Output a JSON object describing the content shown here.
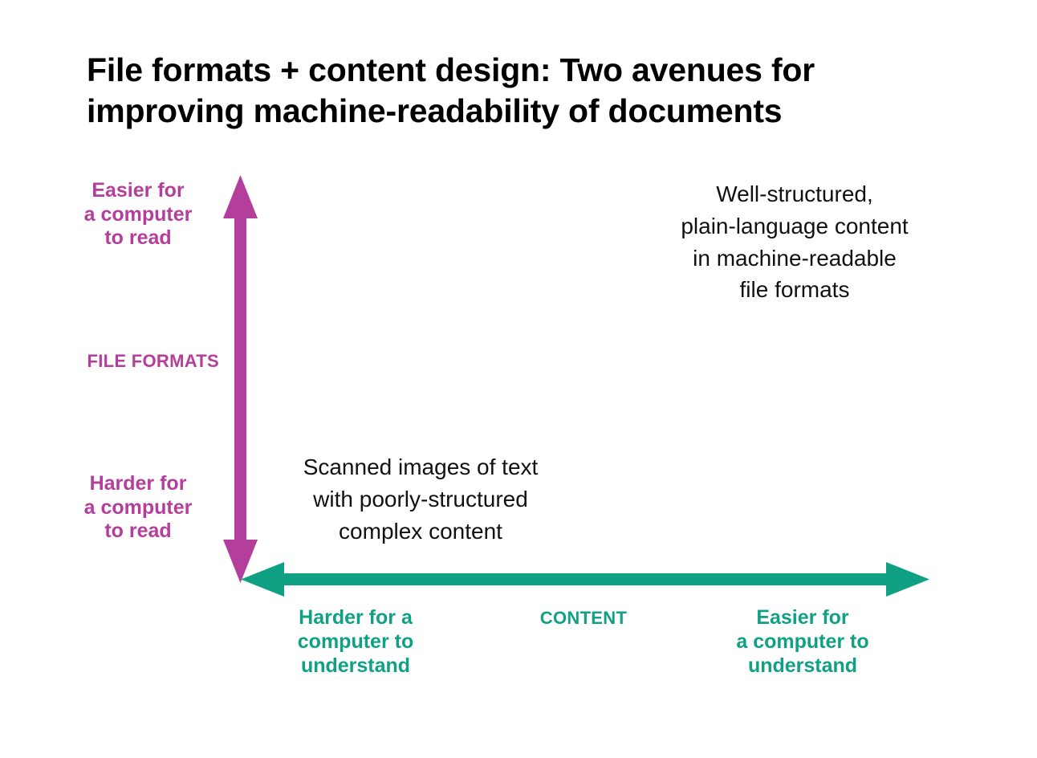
{
  "title": {
    "lines": [
      "File formats + content design: Two avenues for",
      "improving machine-readability of documents"
    ]
  },
  "colors": {
    "vertical_axis": "#B43E9B",
    "horizontal_axis": "#10A184",
    "text": "#111111",
    "background": "#FFFFFF"
  },
  "vertical_axis": {
    "name": "FILE FORMATS",
    "top_label": [
      "Easier for",
      "a computer",
      "to read"
    ],
    "bottom_label": [
      "Harder for",
      "a computer",
      "to read"
    ]
  },
  "horizontal_axis": {
    "name": "CONTENT",
    "left_label": [
      "Harder for a",
      "computer to",
      "understand"
    ],
    "right_label": [
      "Easier for",
      "a computer to",
      "understand"
    ]
  },
  "quadrants": {
    "top_right": [
      "Well-structured,",
      "plain-language content",
      "in machine-readable",
      "file formats"
    ],
    "bottom_left": [
      "Scanned images of text",
      "with poorly-structured",
      "complex content"
    ]
  },
  "chart_data": {
    "type": "scatter",
    "title": "File formats + content design: Two avenues for improving machine-readability of documents",
    "xlabel": "CONTENT",
    "ylabel": "FILE FORMATS",
    "x_axis_low_label": "Harder for a computer to understand",
    "x_axis_high_label": "Easier for a computer to understand",
    "y_axis_low_label": "Harder for a computer to read",
    "y_axis_high_label": "Easier for a computer to read",
    "grid": false,
    "legend": "none",
    "annotations": [
      {
        "text": "Scanned images of text with poorly-structured complex content",
        "quadrant": "bottom-left",
        "x": 0.22,
        "y": 0.18
      },
      {
        "text": "Well-structured, plain-language content in machine-readable file formats",
        "quadrant": "top-right",
        "x": 0.82,
        "y": 0.88
      }
    ]
  }
}
